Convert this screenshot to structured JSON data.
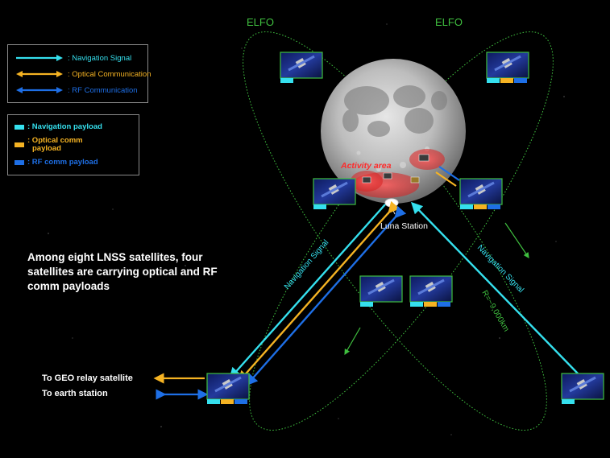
{
  "legend_links": {
    "items": [
      {
        "label": ": Navigation Signal",
        "color": "#35e0ee"
      },
      {
        "label": ": Optical Communication",
        "color": "#f5b323"
      },
      {
        "label": ": RF Communication",
        "color": "#1e6fe6"
      }
    ]
  },
  "legend_payloads": {
    "items": [
      {
        "label": ": Navigation payload",
        "color": "#35e0ee"
      },
      {
        "label_line1": ": Optical comm",
        "label_line2": "payload",
        "color": "#f5b323"
      },
      {
        "label": ": RF comm payload",
        "color": "#1e6fe6"
      }
    ]
  },
  "orbits": {
    "left_label": "ELFO",
    "right_label": "ELFO"
  },
  "moon": {
    "activity_area_label": "Activity area",
    "station_label": "Luna Station"
  },
  "links": {
    "nav_signal_left": "Navigation Signal",
    "nav_signal_right": "Navigation Signal",
    "radius_label": "R=~9,000km"
  },
  "note": {
    "text": "Among eight LNSS satellites, four satellites are carrying optical and RF comm payloads"
  },
  "ground_links": {
    "geo_relay": "To GEO relay satellite",
    "earth_station": "To earth station"
  },
  "colors": {
    "navigation": "#35e0ee",
    "optical": "#f5b323",
    "rf": "#1e6fe6",
    "orbit": "#3fbf3f",
    "activity": "#e03030"
  }
}
